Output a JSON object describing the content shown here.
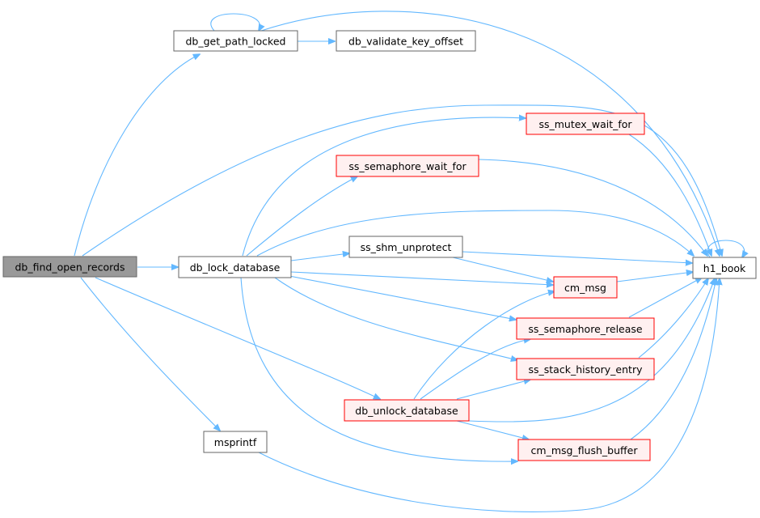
{
  "colors": {
    "edge": "#63b8ff",
    "root_fill": "#999999",
    "node_fill": "#ffffff",
    "node_border": "#666666",
    "trunc_fill": "#fff0f0",
    "trunc_border": "#ff0000"
  },
  "nodes": {
    "db_find_open_records": "db_find_open_records",
    "db_get_path_locked": "db_get_path_locked",
    "db_validate_key_offset": "db_validate_key_offset",
    "ss_mutex_wait_for": "ss_mutex_wait_for",
    "ss_semaphore_wait_for": "ss_semaphore_wait_for",
    "ss_shm_unprotect": "ss_shm_unprotect",
    "db_lock_database": "db_lock_database",
    "h1_book": "h1_book",
    "cm_msg": "cm_msg",
    "ss_semaphore_release": "ss_semaphore_release",
    "ss_stack_history_entry": "ss_stack_history_entry",
    "db_unlock_database": "db_unlock_database",
    "msprintf": "msprintf",
    "cm_msg_flush_buffer": "cm_msg_flush_buffer"
  }
}
